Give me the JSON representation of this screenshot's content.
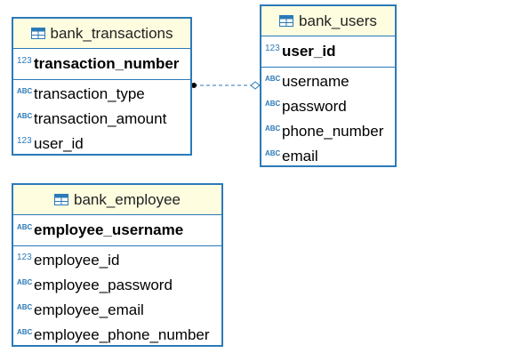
{
  "entities": [
    {
      "name": "bank_transactions",
      "pk": {
        "name": "transaction_number",
        "type_icon": "123"
      },
      "columns": [
        {
          "name": "transaction_type",
          "type_icon": "ABC"
        },
        {
          "name": "transaction_amount",
          "type_icon": "ABC"
        },
        {
          "name": "user_id",
          "type_icon": "123"
        }
      ]
    },
    {
      "name": "bank_users",
      "pk": {
        "name": "user_id",
        "type_icon": "123"
      },
      "columns": [
        {
          "name": "username",
          "type_icon": "ABC"
        },
        {
          "name": "password",
          "type_icon": "ABC"
        },
        {
          "name": "phone_number",
          "type_icon": "ABC"
        },
        {
          "name": "email",
          "type_icon": "ABC"
        }
      ]
    },
    {
      "name": "bank_employee",
      "pk": {
        "name": "employee_username",
        "type_icon": "ABC"
      },
      "columns": [
        {
          "name": "employee_id",
          "type_icon": "123"
        },
        {
          "name": "employee_password",
          "type_icon": "ABC"
        },
        {
          "name": "employee_email",
          "type_icon": "ABC"
        },
        {
          "name": "employee_phone_number",
          "type_icon": "ABC"
        }
      ]
    }
  ],
  "relationship": {
    "from": "bank_transactions",
    "to": "bank_users",
    "style": "dashed"
  },
  "colors": {
    "border": "#2b7ab8",
    "header_bg": "#fffde0"
  }
}
